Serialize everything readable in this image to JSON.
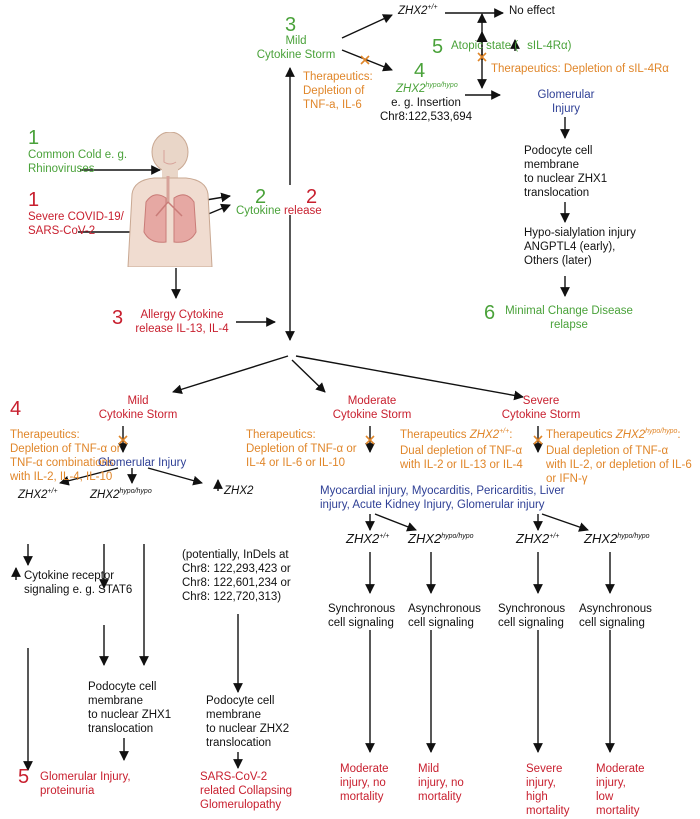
{
  "colors": {
    "green": "#4aa23a",
    "red": "#c8202f",
    "orange": "#e0862a",
    "blue": "#2e3f95",
    "black": "#111111"
  },
  "top": {
    "n3": "3",
    "mild_storm": "Mild\nCytokine Storm",
    "zhx2_wt": "ZHX2",
    "zhx2_wt_sup": "+/+",
    "no_effect": "No effect",
    "n5": "5",
    "atopic": "Atopic state (",
    "atopic_tail": "sIL-4Rα)",
    "ther_sil4": "Therapeutics: Depletion of sIL-4Rα",
    "n4": "4",
    "zhx2_hypo": "ZHX2",
    "zhx2_hypo_sup": "hypo/hypo",
    "insertion": "e. g. Insertion\nChr8:122,533,694",
    "ther_tnf": "Therapeutics:\nDepletion of\nTNF-a, IL-6",
    "glom_injury": "Glomerular\nInjury",
    "podocyte": "Podocyte cell\nmembrane\nto nuclear ZHX1\ntranslocation",
    "hypo_sial": "Hypo-sialylation injury\nANGPTL4 (early),\nOthers (later)",
    "n6": "6",
    "mcd": "Minimal Change Disease\nrelapse"
  },
  "left": {
    "n1g": "1",
    "common_cold": "Common Cold e. g.\nRhinoviruses",
    "n1r": "1",
    "covid": "Severe COVID-19/\nSARS-CoV-2",
    "n2g": "2",
    "cytokine": "Cytokine",
    "release": "release",
    "n2r": "2",
    "n3r": "3",
    "allergy": "Allergy Cytokine\nrelease IL-13, IL-4",
    "human_figure": "human-lungs-figure"
  },
  "mild": {
    "n4": "4",
    "title": "Mild\nCytokine Storm",
    "ther": "Therapeutics:\nDepletion of TNF-α or\nTNF-α combinations\nwith IL-2, IL-4, IL-10",
    "glom": "Glomerular Injury",
    "zhx2_wt": "ZHX2",
    "zhx2_wt_sup": "+/+",
    "zhx2_hypo": "ZHX2",
    "zhx2_hypo_sup": "hypo/hypo",
    "zhx2_up": "ZHX2",
    "indels": "(potentially, InDels at\nChr8: 122,293,423 or\nChr8: 122,601,234 or\nChr8: 122,720,313)",
    "receptor": "Cytokine receptor\nsignaling e. g. STAT6",
    "podocyte": "Podocyte cell\nmembrane\nto nuclear ZHX1\ntranslocation",
    "podocyte2": "Podocyte cell\nmembrane\nto nuclear ZHX2\ntranslocation",
    "n5": "5",
    "glom_prot": "Glomerular Injury,\nproteinuria",
    "collapsing": "SARS-CoV-2\nrelated Collapsing\nGlomerulopathy"
  },
  "moderate": {
    "title": "Moderate\nCytokine Storm",
    "ther": "Therapeutics:\nDepletion of TNF-α or\nIL-4 or IL-6 or IL-10",
    "zhx2_wt": "ZHX2",
    "zhx2_wt_sup": "+/+",
    "zhx2_hypo": "ZHX2",
    "zhx2_hypo_sup": "hypo/hypo",
    "sync": "Synchronous\ncell signaling",
    "async": "Asynchronous\ncell signaling",
    "out1": "Moderate\ninjury, no\nmortality",
    "out2": "Mild\ninjury, no\nmortality"
  },
  "severe": {
    "title": "Severe\nCytokine Storm",
    "ther_wt_a": "Therapeutics ",
    "ther_wt_z": "ZHX2",
    "ther_wt_sup": "+/+",
    "ther_wt_b": ":\nDual depletion of TNF-α\nwith IL-2 or IL-13 or IL-4",
    "ther_hypo_a": "Therapeutics ",
    "ther_hypo_z": "ZHX2",
    "ther_hypo_sup": "hypo/hypo",
    "ther_hypo_b": ":\nDual depletion of TNF-α\nwith IL-2, or depletion of IL-6\nor IFN-γ",
    "organ": "Myocardial injury, Myocarditis, Pericarditis, Liver\ninjury, Acute Kidney Injury, Glomerular injury",
    "zhx2_wt": "ZHX2",
    "zhx2_wt_sup": "+/+",
    "zhx2_hypo": "ZHX2",
    "zhx2_hypo_sup": "hypo/hypo",
    "sync": "Synchronous\ncell signaling",
    "async": "Asynchronous\ncell signaling",
    "out1": "Severe\ninjury,\nhigh\nmortality",
    "out2": "Moderate\ninjury,\nlow\nmortality"
  }
}
